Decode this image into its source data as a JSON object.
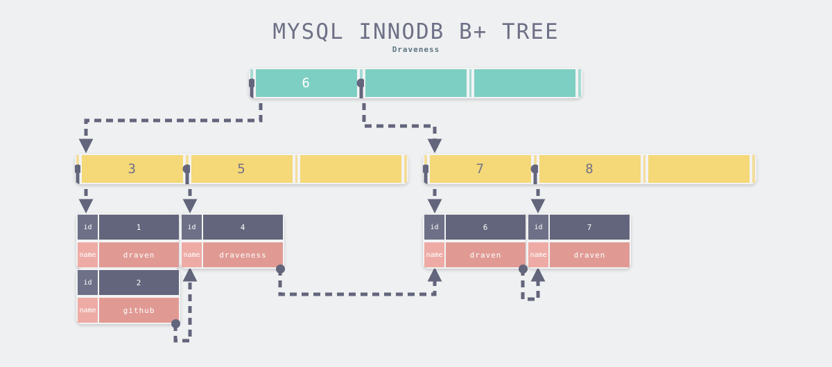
{
  "header": {
    "title": "MYSQL INNODB B+ TREE",
    "subtitle": "Draveness"
  },
  "colors": {
    "background": "#eff0f1",
    "teal_pointer": "#a5dbd4",
    "teal_key": "#7ecfc3",
    "yellow_pointer": "#f4dd9a",
    "yellow_key": "#f5d877",
    "id_label": "#6e7087",
    "id_value": "#63657c",
    "name_label": "#eeaba5",
    "name_value": "#e09a93",
    "connector": "#63657c",
    "title_text": "#6e7086",
    "subtitle_text": "#5c7480"
  },
  "root_node": {
    "name": "root-index-page",
    "keys": [
      "6",
      "",
      ""
    ],
    "pointers": [
      "p0",
      "p1",
      "p2"
    ]
  },
  "internal_nodes": [
    {
      "name": "internal-index-page-left",
      "keys": [
        "3",
        "5",
        ""
      ],
      "pointers": [
        "p0",
        "p1",
        "p2"
      ]
    },
    {
      "name": "internal-index-page-right",
      "keys": [
        "7",
        "8",
        ""
      ],
      "pointers": [
        "p0",
        "p1",
        "p2"
      ]
    }
  ],
  "leaf_records": [
    {
      "name": "leaf-record-1",
      "fields": [
        {
          "label": "id",
          "value": "1"
        },
        {
          "label": "name",
          "value": "draven"
        }
      ]
    },
    {
      "name": "leaf-record-2",
      "fields": [
        {
          "label": "id",
          "value": "2"
        },
        {
          "label": "name",
          "value": "github"
        }
      ]
    },
    {
      "name": "leaf-record-4",
      "fields": [
        {
          "label": "id",
          "value": "4"
        },
        {
          "label": "name",
          "value": "draveness"
        }
      ]
    },
    {
      "name": "leaf-record-6",
      "fields": [
        {
          "label": "id",
          "value": "6"
        },
        {
          "label": "name",
          "value": "draven"
        }
      ]
    },
    {
      "name": "leaf-record-7",
      "fields": [
        {
          "label": "id",
          "value": "7"
        },
        {
          "label": "name",
          "value": "draven"
        }
      ]
    }
  ]
}
